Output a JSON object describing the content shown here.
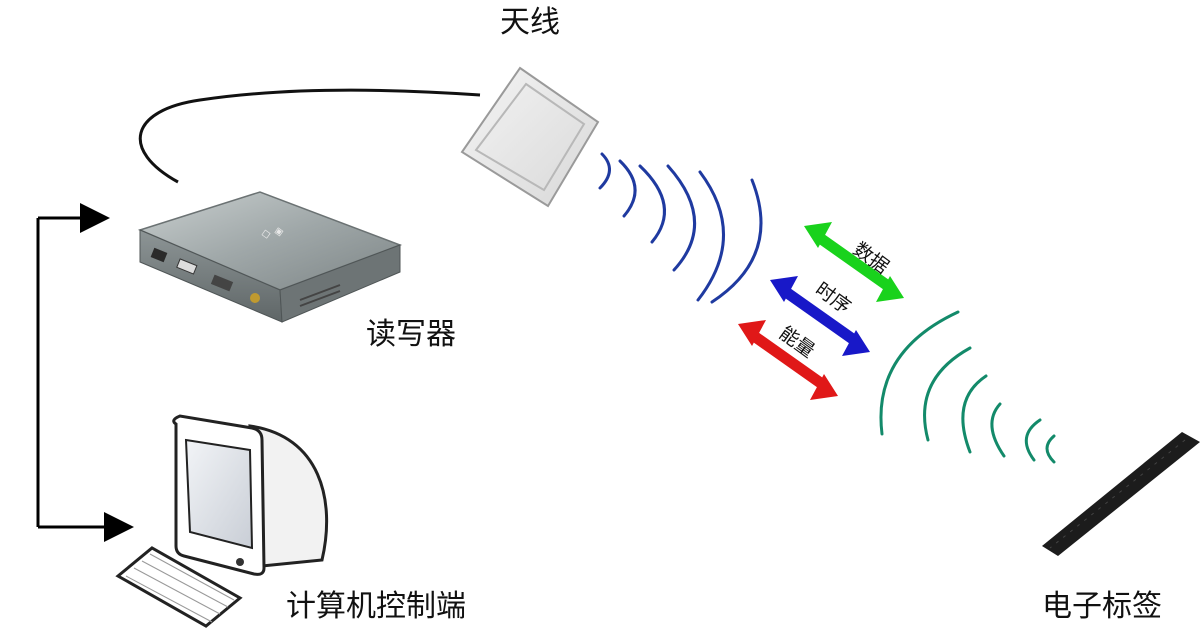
{
  "labels": {
    "antenna": "天线",
    "reader": "读写器",
    "computer": "计算机控制端",
    "tag": "电子标签"
  },
  "arrows": {
    "data": "数据",
    "timing": "时序",
    "energy": "能量"
  },
  "colors": {
    "data_arrow": "#19d21c",
    "timing_arrow": "#1818c8",
    "energy_arrow": "#e01818",
    "antenna_waves": "#1f3aa0",
    "tag_waves": "#138a6a"
  }
}
